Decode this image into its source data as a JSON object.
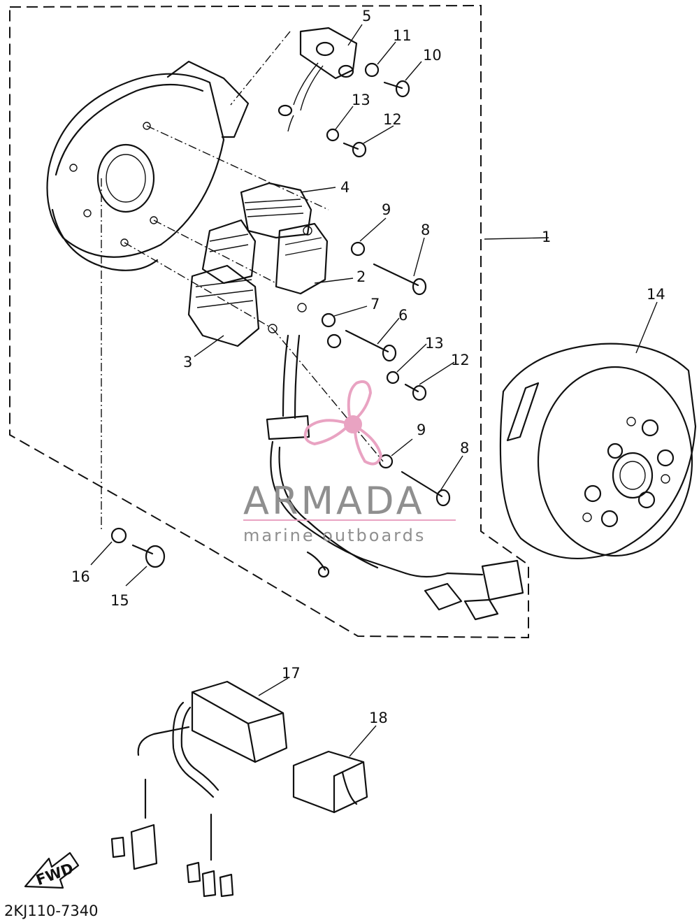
{
  "part_labels": [
    "1",
    "2",
    "3",
    "4",
    "5",
    "6",
    "7",
    "8",
    "8",
    "9",
    "9",
    "10",
    "11",
    "12",
    "12",
    "13",
    "13",
    "14",
    "15",
    "16",
    "17",
    "18"
  ],
  "diagram_code": "2KJ110-7340",
  "direction_arrow": "FWD",
  "watermark": {
    "title": "ARMADA",
    "subtitle": "marine outboards",
    "icon": "propeller-icon",
    "color": "#e9a3c2",
    "text_color": "#8f8f8f"
  },
  "colors": {
    "line": "#111111",
    "background": "#ffffff"
  }
}
